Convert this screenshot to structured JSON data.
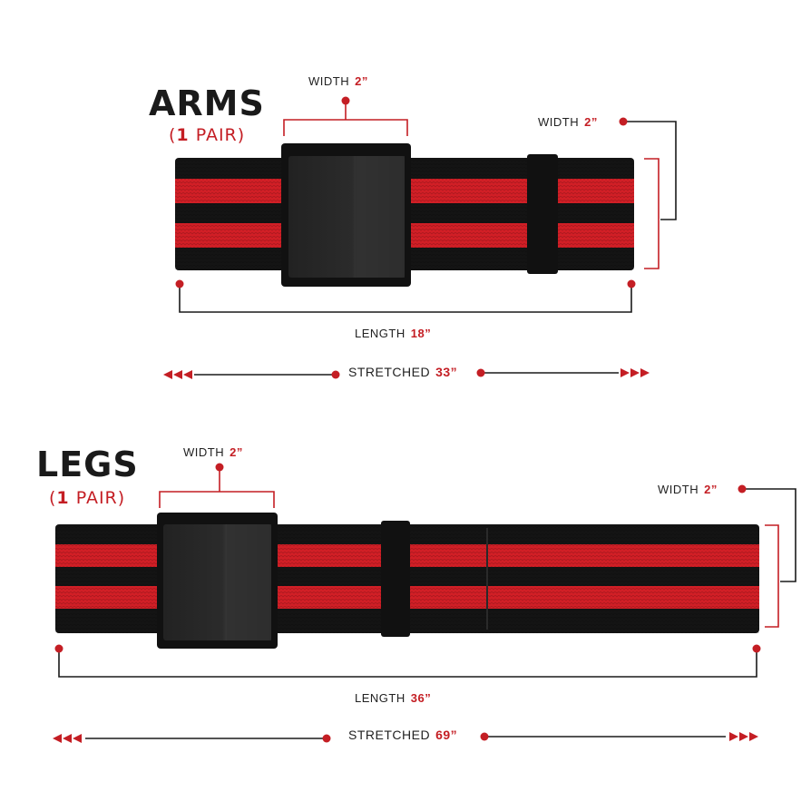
{
  "colors": {
    "red": "#c41e24",
    "black": "#141414",
    "strap_red": "#d11f26",
    "buckle": "#1c1c1c"
  },
  "arms": {
    "title": "ARMS",
    "pair_count": "1",
    "pair_word": "PAIR)",
    "pair_open": "(",
    "buckle_width": {
      "label": "WIDTH",
      "value": "2”"
    },
    "strap_width": {
      "label": "WIDTH",
      "value": "2”"
    },
    "length": {
      "label": "LENGTH",
      "value": "18”"
    },
    "stretched": {
      "label": "STRETCHED",
      "value": "33”"
    }
  },
  "legs": {
    "title": "LEGS",
    "pair_count": "1",
    "pair_word": "PAIR)",
    "pair_open": "(",
    "buckle_width": {
      "label": "WIDTH",
      "value": "2”"
    },
    "strap_width": {
      "label": "WIDTH",
      "value": "2”"
    },
    "length": {
      "label": "LENGTH",
      "value": "36”"
    },
    "stretched": {
      "label": "STRETCHED",
      "value": "69”"
    }
  }
}
